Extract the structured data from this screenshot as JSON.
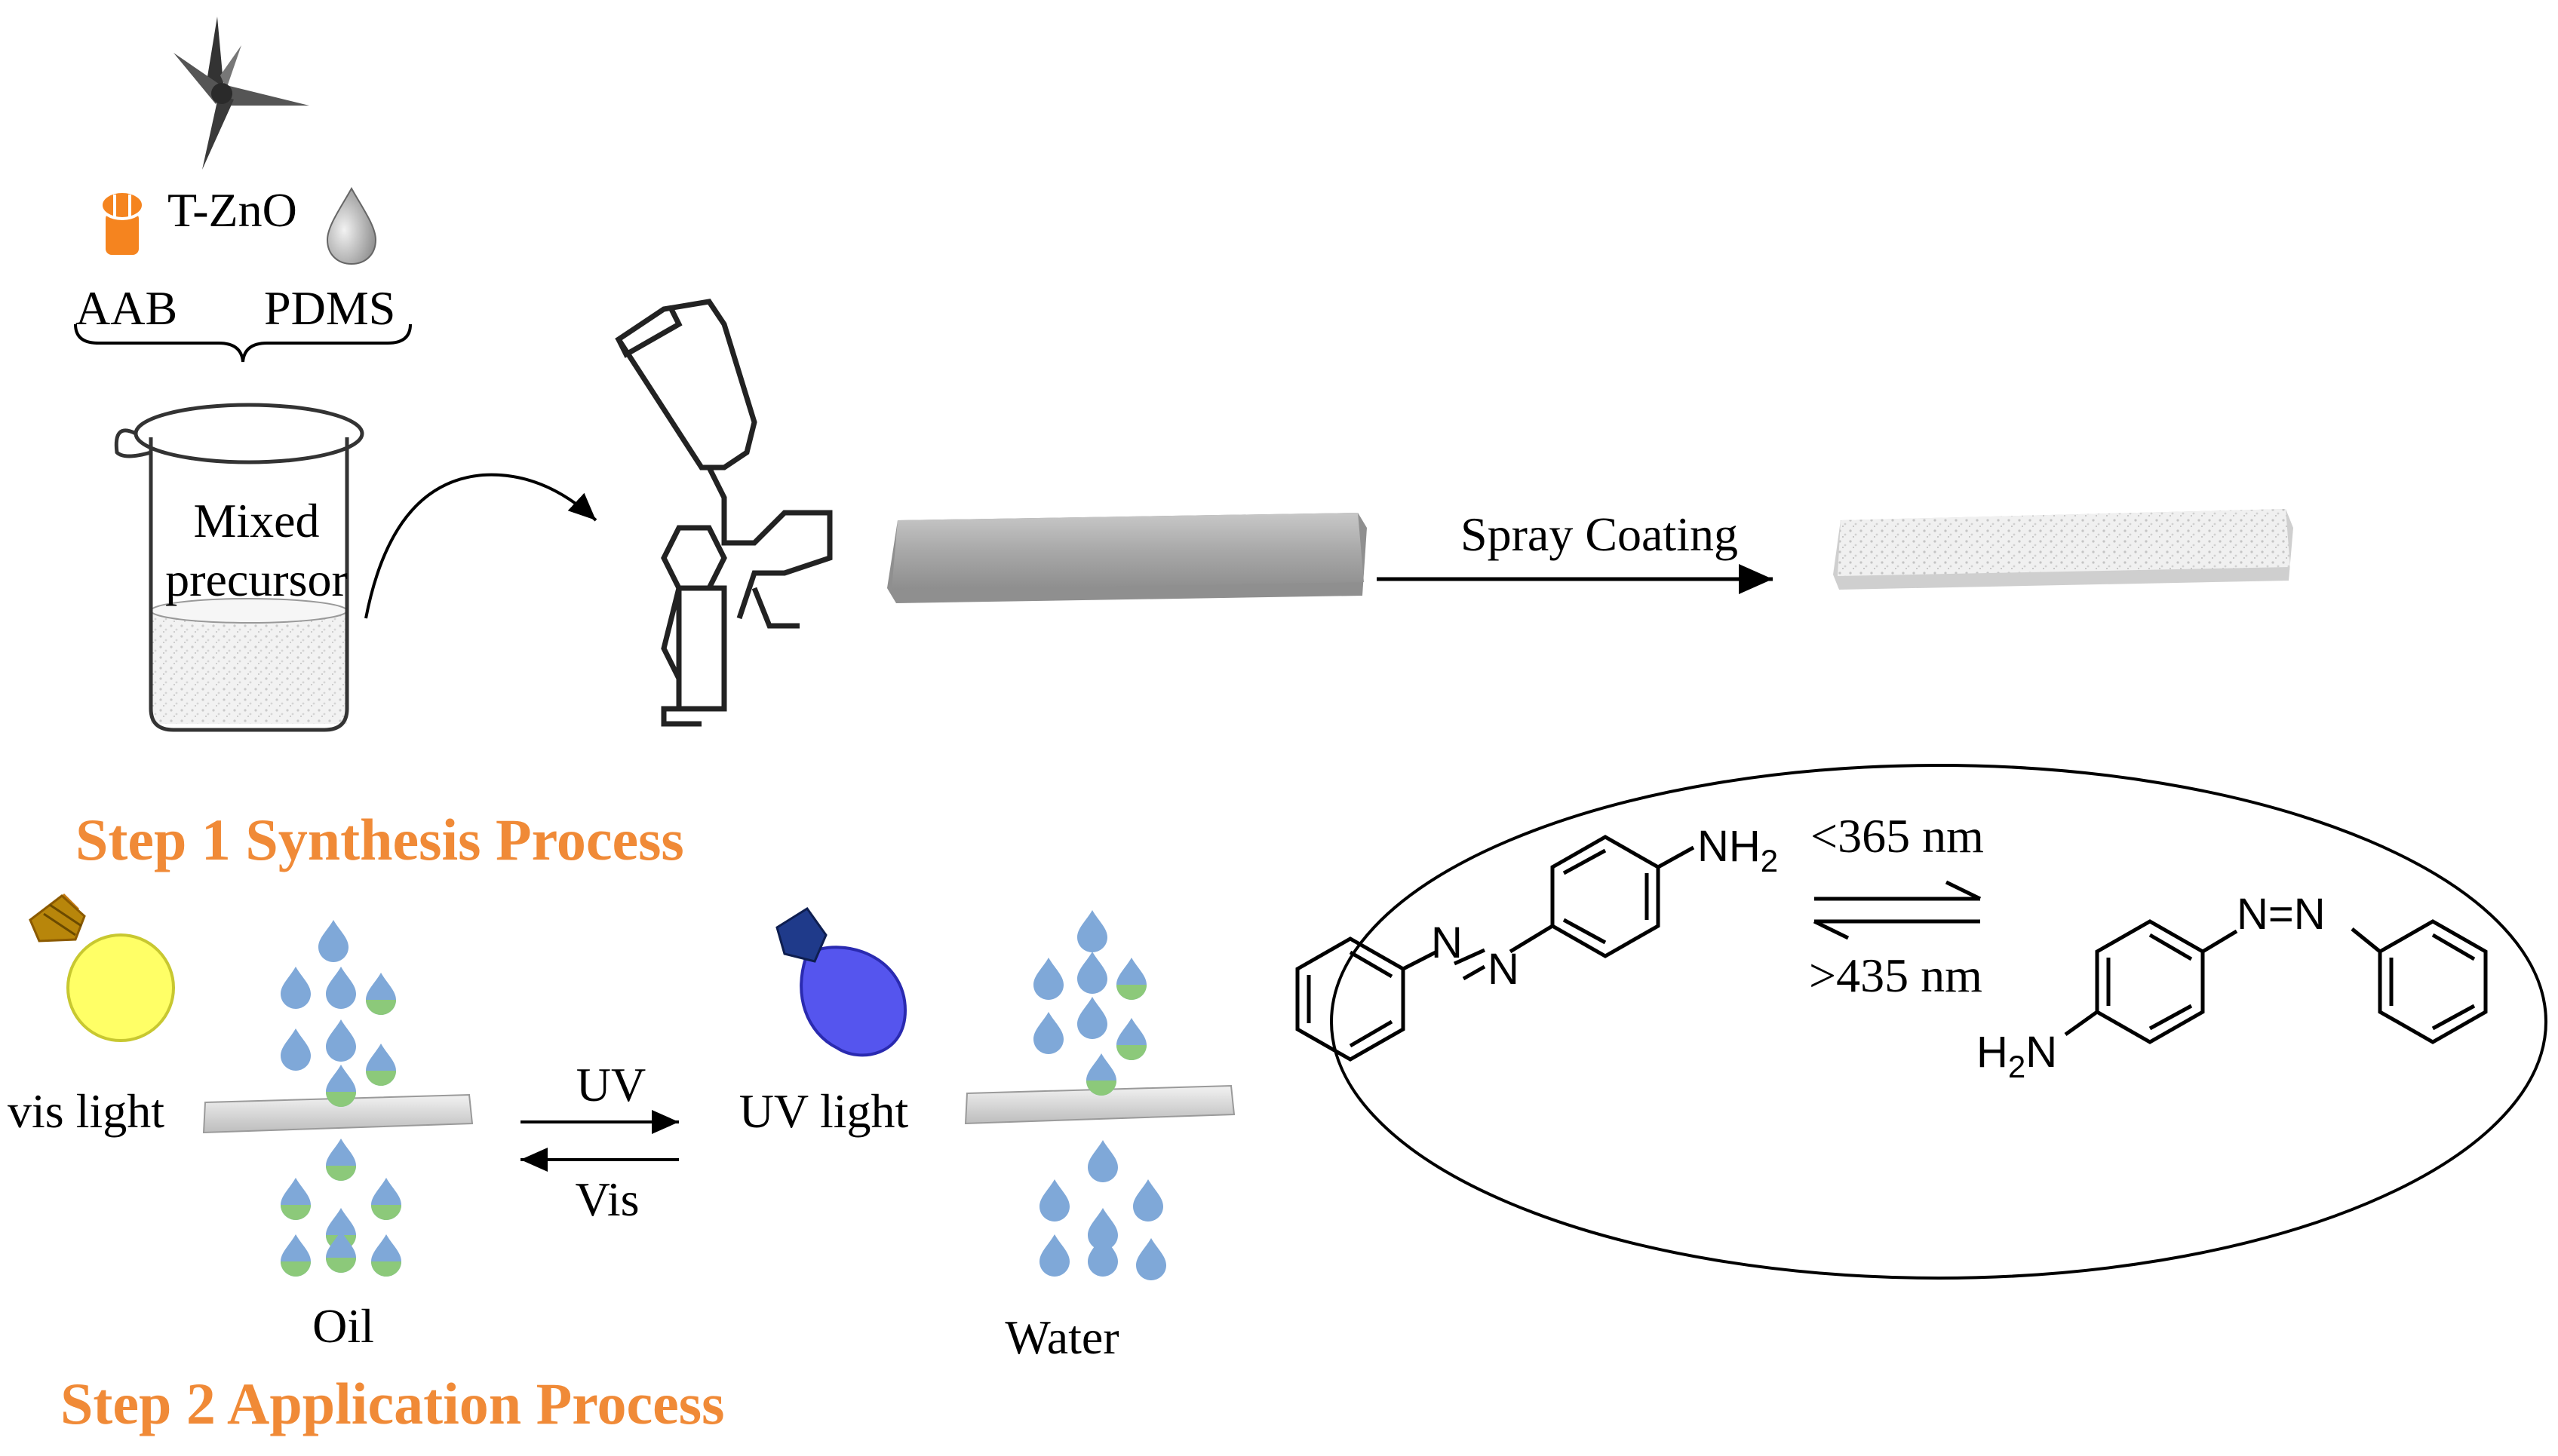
{
  "colors": {
    "step_title": "#f08a37",
    "aab_orange": "#f5841f",
    "vis_bulb": "#ffff66",
    "uv_bulb": "#5555ee",
    "water_drop": "#7fa8d8",
    "oil_drop": "#8cc97a",
    "substrate": "#a9a9a9",
    "coated": "#eeeeee"
  },
  "materials": {
    "tzno": "T-ZnO",
    "aab": "AAB",
    "pdms": "PDMS"
  },
  "beaker": {
    "line1": "Mixed",
    "line2": "precursor"
  },
  "spray": {
    "label": "Spray Coating"
  },
  "step1": {
    "title": "Step 1 Synthesis Process"
  },
  "step2": {
    "title": "Step 2 Application Process",
    "vis_light": "vis light",
    "uv_light": "UV light",
    "uv_arrow": "UV",
    "vis_arrow": "Vis",
    "oil": "Oil",
    "water": "Water"
  },
  "reaction": {
    "forward": "<365 nm",
    "backward": ">435 nm",
    "nh2": "NH",
    "nh2_sub": "2",
    "h2n_h": "H",
    "h2n_sub": "2",
    "h2n_n": "N",
    "n": "N",
    "nn": "N=N"
  }
}
